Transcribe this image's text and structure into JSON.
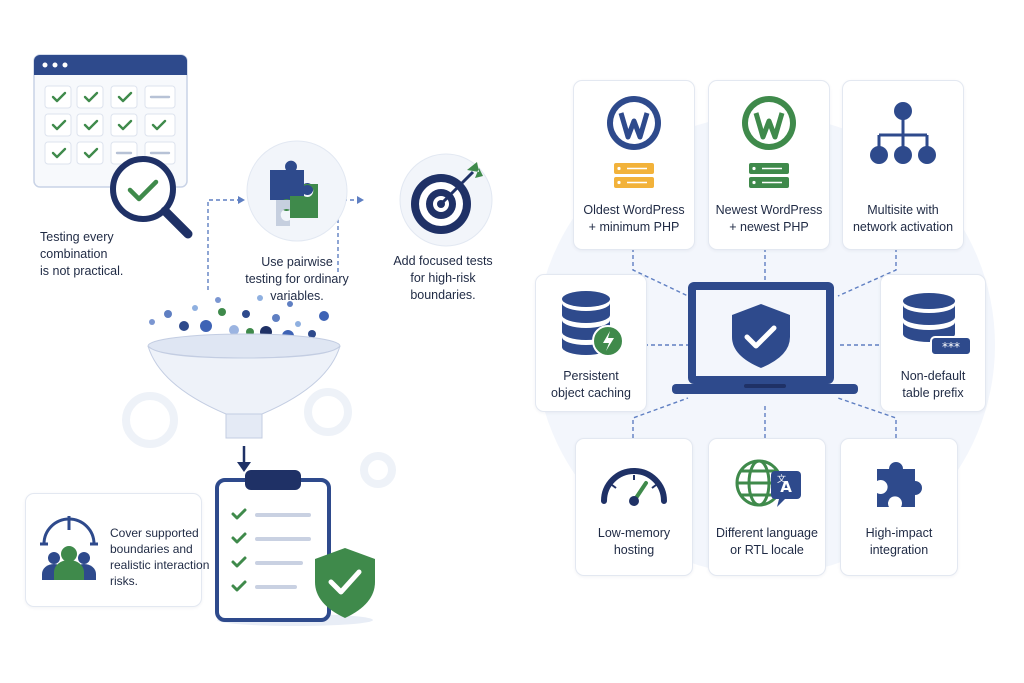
{
  "colors": {
    "navy": "#2e4a8c",
    "dark_navy": "#1f3166",
    "green": "#3f8a4b",
    "light_blue": "#e8eef8",
    "dashed": "#5f7fc2",
    "yellow_server": "#f2b23a"
  },
  "left": {
    "step1": {
      "lines": [
        "Testing every",
        "combination",
        "is not practical."
      ],
      "icons": [
        "checklist-grid-icon",
        "magnifier-check-icon"
      ]
    },
    "step2": {
      "lines": [
        "Use pairwise",
        "testing for ordinary",
        "variables."
      ],
      "icons": [
        "puzzle-icon"
      ]
    },
    "step3": {
      "lines": [
        "Add focused tests",
        "for high-risk",
        "boundaries."
      ],
      "icons": [
        "target-icon"
      ]
    },
    "summary": {
      "lines": [
        "Cover supported",
        "boundaries and",
        "realistic interaction",
        "risks."
      ],
      "icons": [
        "team-target-icon"
      ]
    },
    "funnel_icon": "funnel-icon",
    "result_icon": "clipboard-shield-icon"
  },
  "right": {
    "center_icon": "laptop-shield-icon",
    "cards": [
      {
        "id": "oldest-wordpress",
        "icon": "wordpress-yellow-server-icon",
        "lines": [
          "Oldest WordPress",
          "+ minimum PHP"
        ]
      },
      {
        "id": "newest-wordpress",
        "icon": "wordpress-green-server-icon",
        "lines": [
          "Newest WordPress",
          "+ newest PHP"
        ]
      },
      {
        "id": "multisite",
        "icon": "network-hierarchy-icon",
        "lines": [
          "Multisite with",
          "network activation"
        ]
      },
      {
        "id": "object-caching",
        "icon": "database-bolt-icon",
        "lines": [
          "Persistent",
          "object caching"
        ]
      },
      {
        "id": "table-prefix",
        "icon": "database-prefix-icon",
        "lines": [
          "Non-default",
          "table prefix"
        ]
      },
      {
        "id": "low-memory",
        "icon": "gauge-icon",
        "lines": [
          "Low-memory",
          "hosting"
        ]
      },
      {
        "id": "rtl-locale",
        "icon": "globe-translate-icon",
        "lines": [
          "Different language",
          "or RTL locale"
        ]
      },
      {
        "id": "integration",
        "icon": "puzzle-piece-icon",
        "lines": [
          "High-impact",
          "integration"
        ]
      }
    ]
  }
}
